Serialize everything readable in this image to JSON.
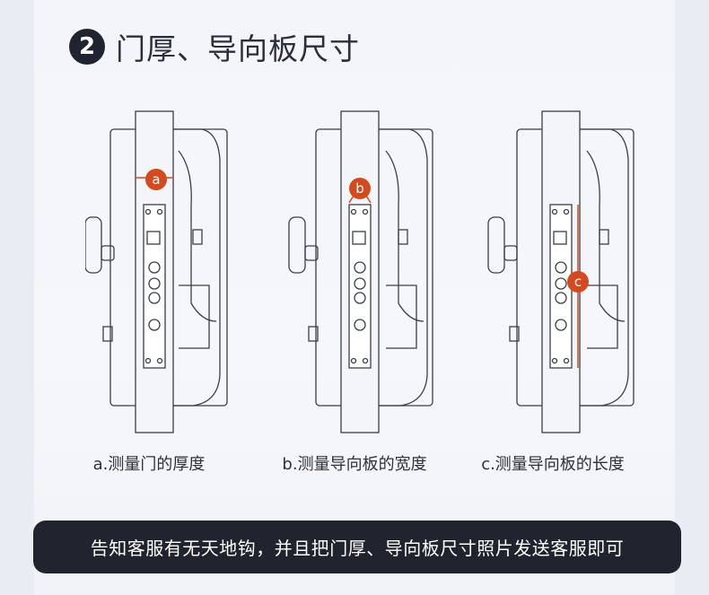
{
  "section": {
    "number": "2",
    "title": "门厚、导向板尺寸"
  },
  "diagrams": [
    {
      "marker": "a",
      "caption": "a.测量门的厚度"
    },
    {
      "marker": "b",
      "caption": "b.测量导向板的宽度"
    },
    {
      "marker": "c",
      "caption": "c.测量导向板的长度"
    }
  ],
  "banner": {
    "text": "告知客服有无天地钩，并且把门厚、导向板尺寸照片发送客服即可"
  },
  "colors": {
    "marker": "#d24a1e",
    "line": "#3b3f48",
    "banner": "#20242e"
  }
}
